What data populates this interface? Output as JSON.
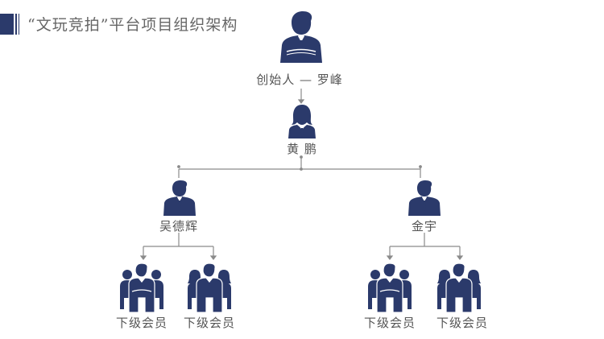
{
  "title": "“文玩竞拍”平台项目组织架构",
  "colors": {
    "figure": "#2b3a6b",
    "line": "#8a8a8a",
    "text": "#555555"
  },
  "org": {
    "founder": {
      "label": "创始人 — 罗峰",
      "icon": "businessman-icon"
    },
    "manager": {
      "label": "黄  鹏",
      "icon": "businesswoman-icon"
    },
    "leads": [
      {
        "label": "吴德辉",
        "icon": "businessman-icon",
        "members": [
          {
            "label": "下级会员",
            "icon": "group-men-icon"
          },
          {
            "label": "下级会员",
            "icon": "group-mixed-icon"
          }
        ]
      },
      {
        "label": "金宇",
        "icon": "businessman-icon",
        "members": [
          {
            "label": "下级会员",
            "icon": "group-men-icon"
          },
          {
            "label": "下级会员",
            "icon": "group-mixed-icon"
          }
        ]
      }
    ]
  }
}
